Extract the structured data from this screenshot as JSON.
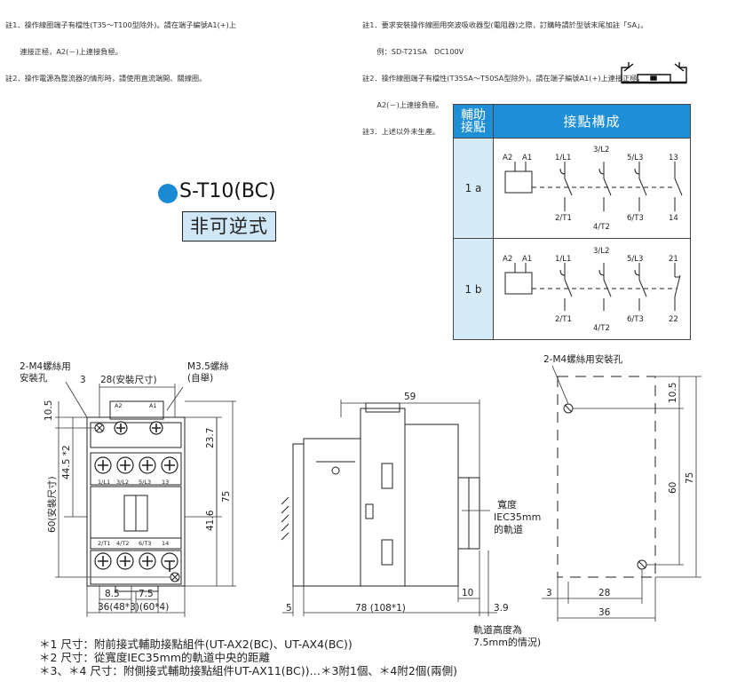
{
  "notes_left": {
    "lines": [
      "註1．操作線圈端子有檔性(T35～T100型除外)。請在端子編號A1(+)上",
      "　　連接正極，A2(－)上連接負極。",
      "註2．操作電源為整流器的情形時，請使用直流端開、關線圈。"
    ]
  },
  "notes_right": {
    "lines": [
      "註1．要求安裝操作線圈用突波吸收器型(電阻器)之際，訂購時請於型號末尾加註「SA」。",
      "　　例：SD-T21SA　DC100V",
      "註2．操作線圈端子有檔性(T35SA～T50SA型除外)。請在端子編號A1(+)上連接正極，",
      "　　A2(－)上連接負極。",
      "註3．上述以外未生產。"
    ]
  },
  "title": {
    "model": "S-T10(BC)",
    "type": "非可逆式",
    "dot_color": "#1a8ad4"
  },
  "contact_table": {
    "header_aux": "輔助\n接點",
    "header_config": "接點構成",
    "header_color": "#1e8fd6",
    "rows": [
      {
        "label": "1 a",
        "top_labels": [
          "A2",
          "A1",
          "1/L1",
          "3/L2",
          "5/L3",
          "13"
        ],
        "bottom_labels": [
          "2/T1",
          "4/T2",
          "6/T3",
          "14"
        ]
      },
      {
        "label": "1 b",
        "top_labels": [
          "A2",
          "A1",
          "1/L1",
          "3/L2",
          "5/L3",
          "21"
        ],
        "bottom_labels": [
          "2/T1",
          "4/T2",
          "6/T3",
          "22"
        ]
      }
    ]
  },
  "front_view": {
    "label_screw_hole": "2-M4螺絲用\n安裝孔",
    "label_terminal_screw": "M3.5螺絲\n(自舉)",
    "terminal_labels_top": [
      "A2",
      "A1"
    ],
    "terminal_labels_mid": [
      "1/L1",
      "3/L2",
      "5/L3",
      "13"
    ],
    "terminal_labels_bottom": [
      "2/T1",
      "4/T2",
      "6/T3",
      "14"
    ],
    "dims": {
      "top_left": "3",
      "top_width": "28(安裝尺寸)",
      "left_10_5": "10.5",
      "left_44_5": "44.5 *2",
      "left_60": "60(安裝尺寸)",
      "right_23_7": "23.7",
      "right_41_6": "41.6",
      "right_75": "75",
      "bottom_8_5": "8.5",
      "bottom_7_5": "7.5",
      "bottom_36": "36(48*3)(60*4)"
    }
  },
  "side_view": {
    "dims": {
      "top_59": "59",
      "bottom_5": "5",
      "bottom_78": "78 (108*1)",
      "bottom_10": "10",
      "bottom_3_9": "3.9"
    },
    "rail_label": "寬度\nIEC35mm\n的軌道",
    "rail_note": "軌道高度為\n7.5mm的情況)"
  },
  "mount_view": {
    "label_screw_hole": "2-M4螺絲用安裝孔",
    "dims": {
      "right_10_5": "10.5",
      "right_60": "60",
      "right_75": "75",
      "bottom_3": "3",
      "bottom_28": "28",
      "bottom_36": "36"
    }
  },
  "footnotes": [
    "＊1 尺寸：附前接式輔助接點組件(UT-AX2(BC)、UT-AX4(BC))",
    "＊2 尺寸：從寬度IEC35mm的軌道中央的距離",
    "＊3、＊4 尺寸：附側接式輔助接點組件UT-AX11(BC))…＊3附1個、＊4附2個(兩側)"
  ]
}
